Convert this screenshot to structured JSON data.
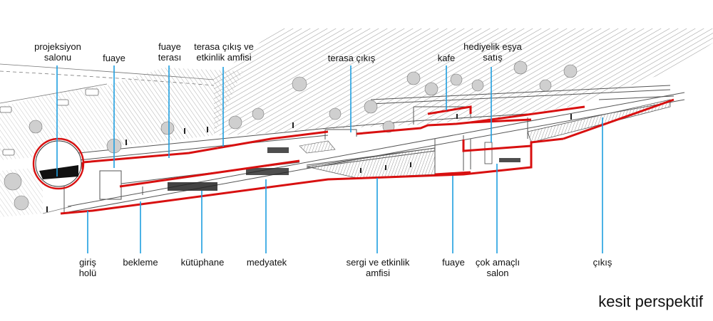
{
  "labels": {
    "projeksiyon_salonu": [
      "projeksiyon",
      "salonu"
    ],
    "fuaye_top": [
      "fuaye"
    ],
    "fuaye_terasi": [
      "fuaye",
      "terası"
    ],
    "terasa_cikis_amfisi": [
      "terasa çıkış ve",
      "etkinlik amfisi"
    ],
    "terasa_cikis": [
      "terasa çıkış"
    ],
    "kafe": [
      "kafe"
    ],
    "hediyelik_esya": [
      "hediyelik eşya",
      "satış"
    ],
    "giris_holu": [
      "giriş",
      "holü"
    ],
    "bekleme": [
      "bekleme"
    ],
    "kutuphane": [
      "kütüphane"
    ],
    "medyatek": [
      "medyatek"
    ],
    "sergi_amfisi": [
      "sergi ve etkinlik",
      "amfisi"
    ],
    "fuaye_bottom": [
      "fuaye"
    ],
    "cok_amacli_salon": [
      "çok amaçlı",
      "salon"
    ],
    "cikis": [
      "çıkış"
    ]
  },
  "caption": "kesit perspektif",
  "colors": {
    "section_cut": "#d81010",
    "leader": "#1e9ee0",
    "linework": "#555555",
    "hatch": "#8a8a8a",
    "text": "#111111"
  }
}
